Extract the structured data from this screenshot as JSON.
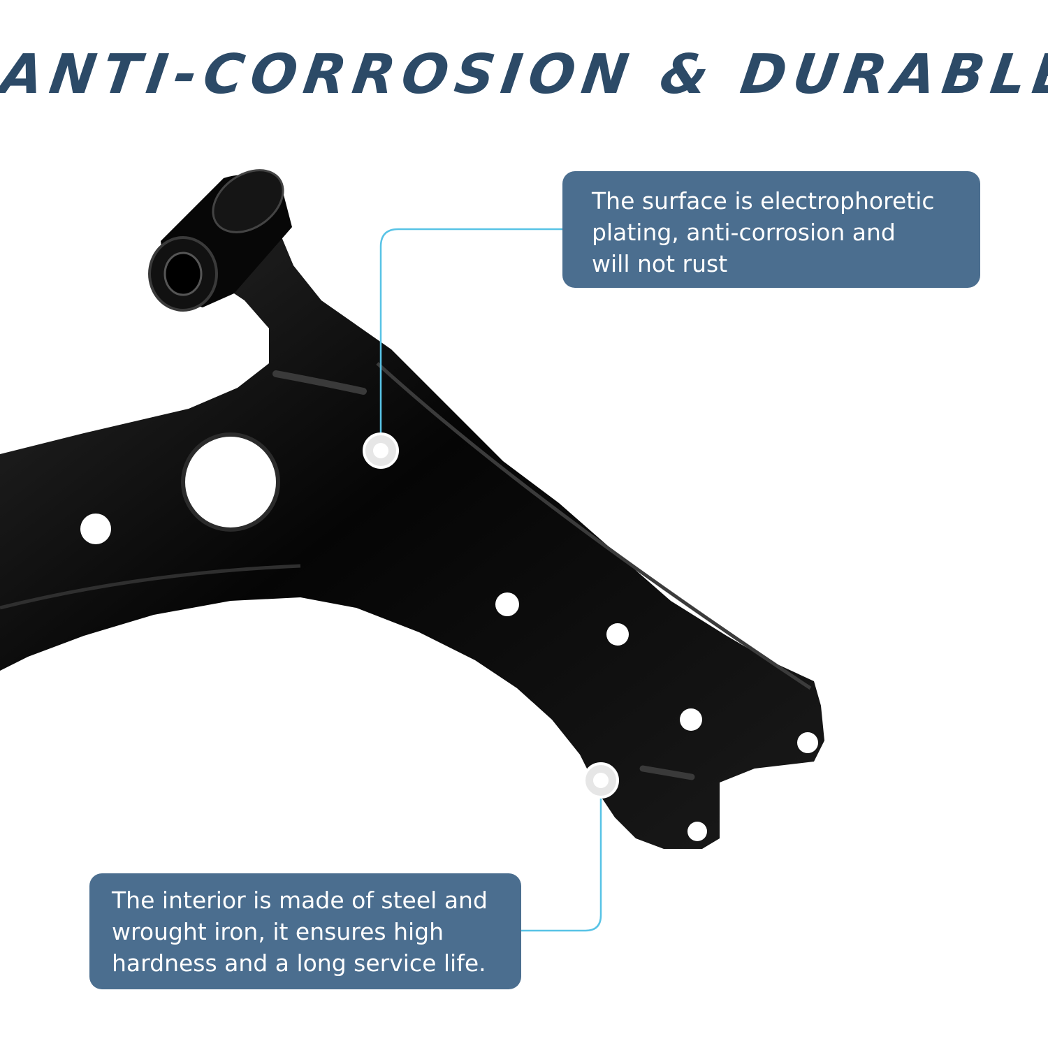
{
  "headline": "ANTI-CORROSION & DURABLE",
  "callouts": {
    "surface": {
      "lines": [
        "The surface is electrophoretic",
        "plating, anti-corrosion and",
        "will not rust"
      ]
    },
    "interior": {
      "lines": [
        "The interior is made of steel and",
        "wrought iron, it ensures high",
        "hardness and a long service life."
      ]
    }
  },
  "colors": {
    "headline": "#2c4a67",
    "callout_background": "#4b6e8f",
    "callout_text": "#ffffff",
    "leader_line": "#58c3e6",
    "part": "#0b0b0b"
  },
  "icons": [
    "control-arm-image",
    "marker-dot-icon"
  ]
}
